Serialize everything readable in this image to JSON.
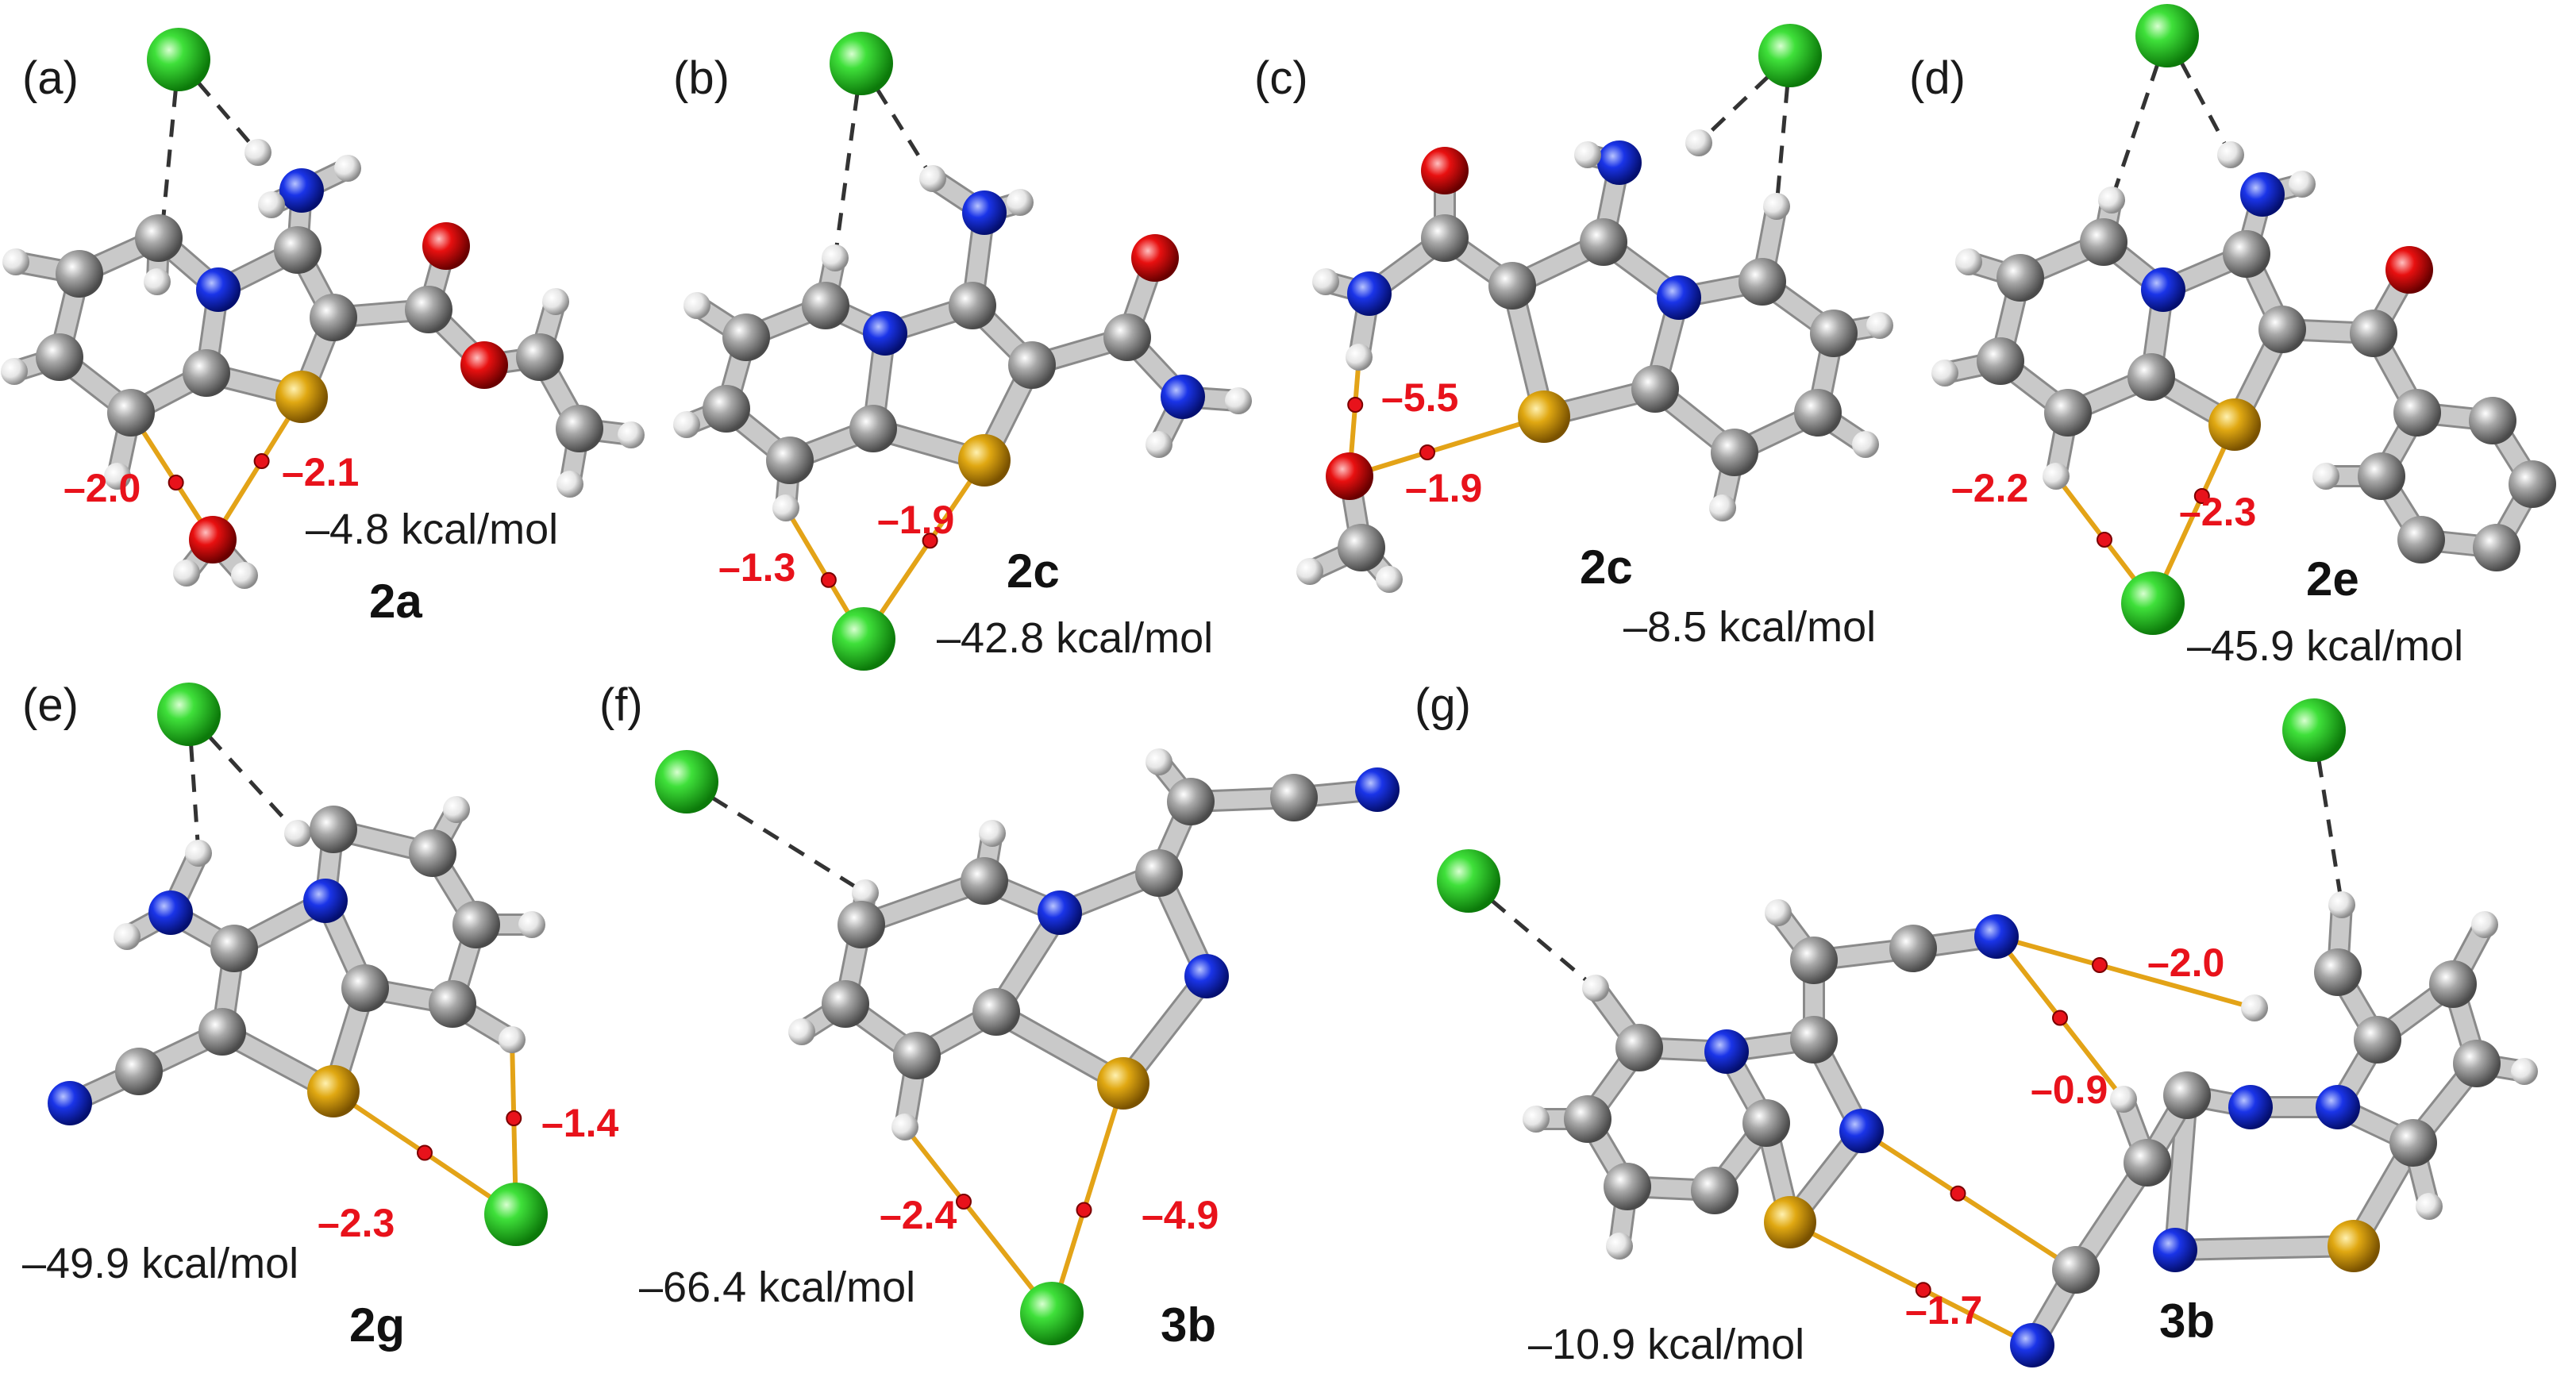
{
  "colors": {
    "chloride": "#22c21e",
    "carbon": "#9a9a9a",
    "nitrogen": "#1225d9",
    "oxygen": "#e00000",
    "sulfur": "#d9a00c",
    "hydrogen": "#f2f2f2",
    "bcp_label": "#e8121b",
    "bond_path": "#e3a317"
  },
  "panels": [
    {
      "label": "(a)",
      "compound": "2a",
      "energy": "–4.8 kcal/mol",
      "bcp_values": [
        "–2.0",
        "–2.1"
      ]
    },
    {
      "label": "(b)",
      "compound": "2c",
      "energy": "–42.8 kcal/mol",
      "bcp_values": [
        "–1.3",
        "–1.9"
      ]
    },
    {
      "label": "(c)",
      "compound": "2c",
      "energy": "–8.5 kcal/mol",
      "bcp_values": [
        "–5.5",
        "–1.9"
      ]
    },
    {
      "label": "(d)",
      "compound": "2e",
      "energy": "–45.9 kcal/mol",
      "bcp_values": [
        "–2.2",
        "–2.3"
      ]
    },
    {
      "label": "(e)",
      "compound": "2g",
      "energy": "–49.9 kcal/mol",
      "bcp_values": [
        "–1.4",
        "–2.3"
      ]
    },
    {
      "label": "(f)",
      "compound": "3b",
      "energy": "–66.4 kcal/mol",
      "bcp_values": [
        "–2.4",
        "–4.9"
      ]
    },
    {
      "label": "(g)",
      "compound": "3b",
      "energy": "–10.9 kcal/mol",
      "bcp_values": [
        "–2.0",
        "–0.9",
        "–1.7"
      ]
    }
  ]
}
